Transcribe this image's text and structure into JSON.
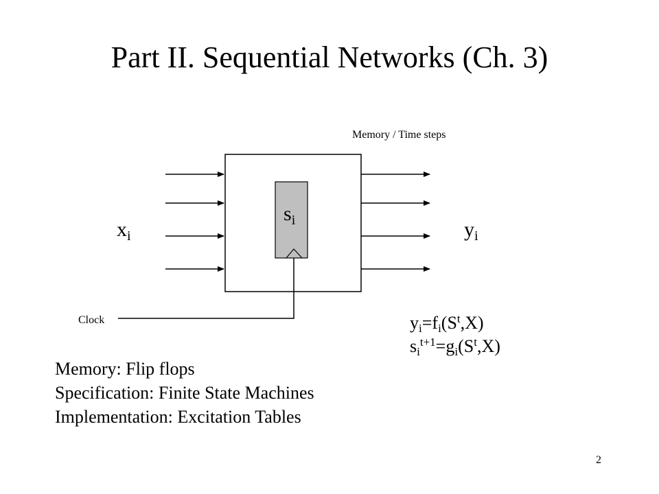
{
  "slide": {
    "title": "Part II. Sequential Networks (Ch. 3)",
    "page_number": "2"
  },
  "diagram": {
    "memory_label": "Memory / Time steps",
    "state_var": {
      "base": "s",
      "sub": "i"
    },
    "input_var": {
      "base": "x",
      "sub": "i"
    },
    "output_var": {
      "base": "y",
      "sub": "i"
    },
    "clock_label": "Clock",
    "colors": {
      "state_register_fill": "#bfbfbf",
      "lines": "#000000"
    }
  },
  "equations": {
    "output": {
      "y": "y",
      "y_sub": "i",
      "eq_f": "=f",
      "f_sub": "i",
      "arg_open": "(S",
      "arg_sup": "t",
      "arg_close": ",X)"
    },
    "next_state": {
      "s": "s",
      "s_sub": "i",
      "s_sup": "t+1",
      "eq_g": "=g",
      "g_sub": "i",
      "arg_open": "(S",
      "arg_sup": "t",
      "arg_close": ",X)"
    }
  },
  "bullets": [
    "Memory: Flip flops",
    "Specification: Finite State Machines",
    "Implementation: Excitation Tables"
  ]
}
